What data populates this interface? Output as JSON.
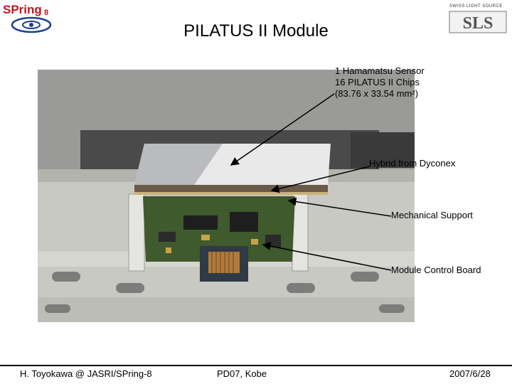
{
  "logos": {
    "spring": {
      "text": "SPring",
      "suffix": "8"
    },
    "sls": {
      "small_text": "SWISS LIGHT SOURCE",
      "big_text": "SLS"
    }
  },
  "title": "PILATUS II Module",
  "annotations": {
    "sensor_line1": "1 Hamamatsu Sensor",
    "sensor_line2": "16 PILATUS II Chips",
    "sensor_line3": "(83.76 x 33.54 mm²)",
    "hybrid": "Hybrid from Dyconex",
    "mechanical": "Mechanical Support",
    "control_board": "Module Control Board"
  },
  "footer": {
    "left": "H. Toyokawa @ JASRI/SPring-8",
    "center": "PD07, Kobe",
    "right": "2007/6/28"
  },
  "colors": {
    "spring_red": "#c0161c",
    "pcb_green": "#3f5a2c",
    "frame_gray": "#c9c9c4"
  }
}
